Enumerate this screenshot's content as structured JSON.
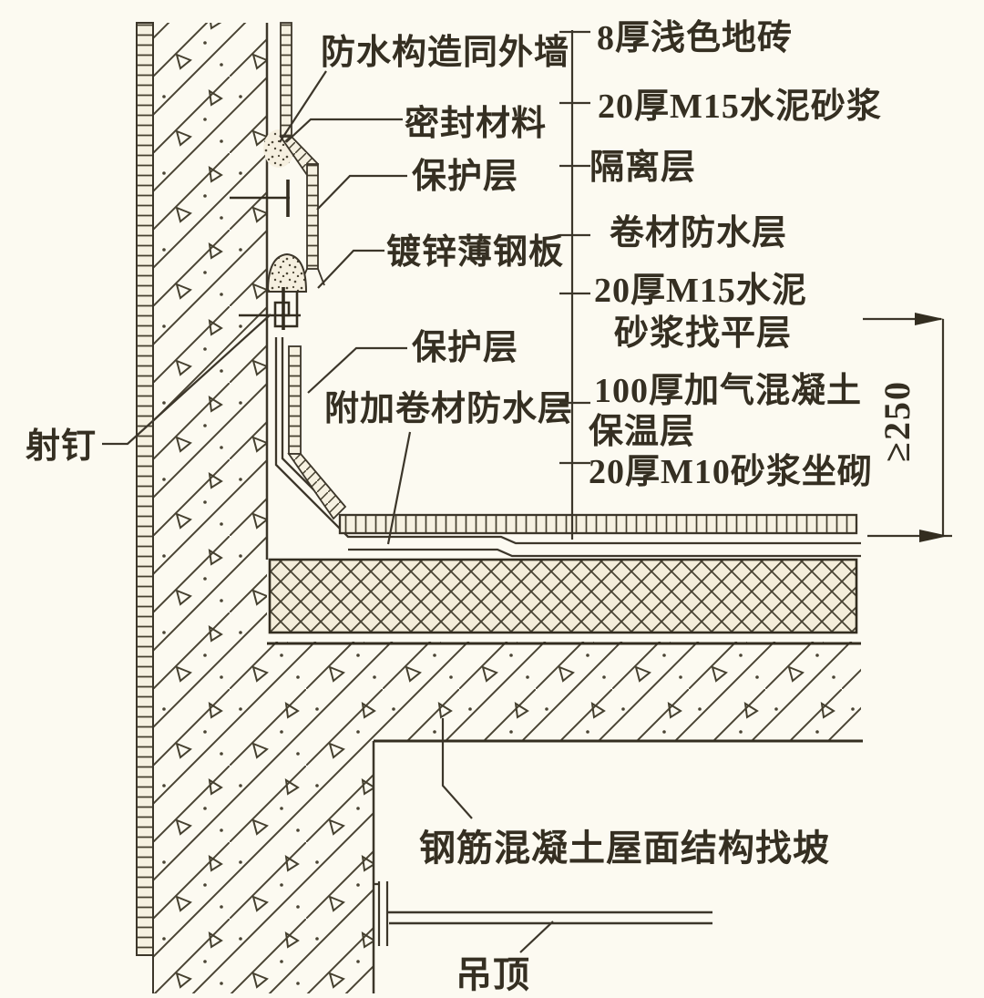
{
  "drawing": {
    "title_hint": "墙面与屋面防水节点详图",
    "left_labels": [
      {
        "id": "waterproof-same-as-exterior-wall",
        "text": "防水构造同外墙"
      },
      {
        "id": "sealing-material",
        "text": "密封材料"
      },
      {
        "id": "protection-layer-upper",
        "text": "保护层"
      },
      {
        "id": "galvanized-thin-steel-sheet",
        "text": "镀锌薄钢板"
      },
      {
        "id": "protection-layer-lower",
        "text": "保护层"
      },
      {
        "id": "additional-membrane-layer",
        "text": "附加卷材防水层"
      },
      {
        "id": "power-driven-nail",
        "text": "射钉"
      }
    ],
    "right_labels": [
      {
        "id": "floor-tile",
        "text": "8厚浅色地砖"
      },
      {
        "id": "cement-mortar",
        "text": "20厚M15水泥砂浆"
      },
      {
        "id": "isolation-layer",
        "text": "隔离层"
      },
      {
        "id": "membrane-layer",
        "text": "卷材防水层"
      },
      {
        "id": "leveling-layer",
        "text": "20厚M15水泥",
        "text2": "砂浆找平层"
      },
      {
        "id": "insulation-layer",
        "text": "100厚加气混凝土",
        "text2": "保温层"
      },
      {
        "id": "bedding-mortar",
        "text": "20厚M10砂浆坐砌"
      }
    ],
    "bottom_labels": {
      "roof_structure": "钢筋混凝土屋面结构找坡",
      "ceiling": "吊顶"
    },
    "dimension": {
      "value": "≥250"
    },
    "ink_color": "#3c362a",
    "paper_color": "#fcfaf1"
  }
}
